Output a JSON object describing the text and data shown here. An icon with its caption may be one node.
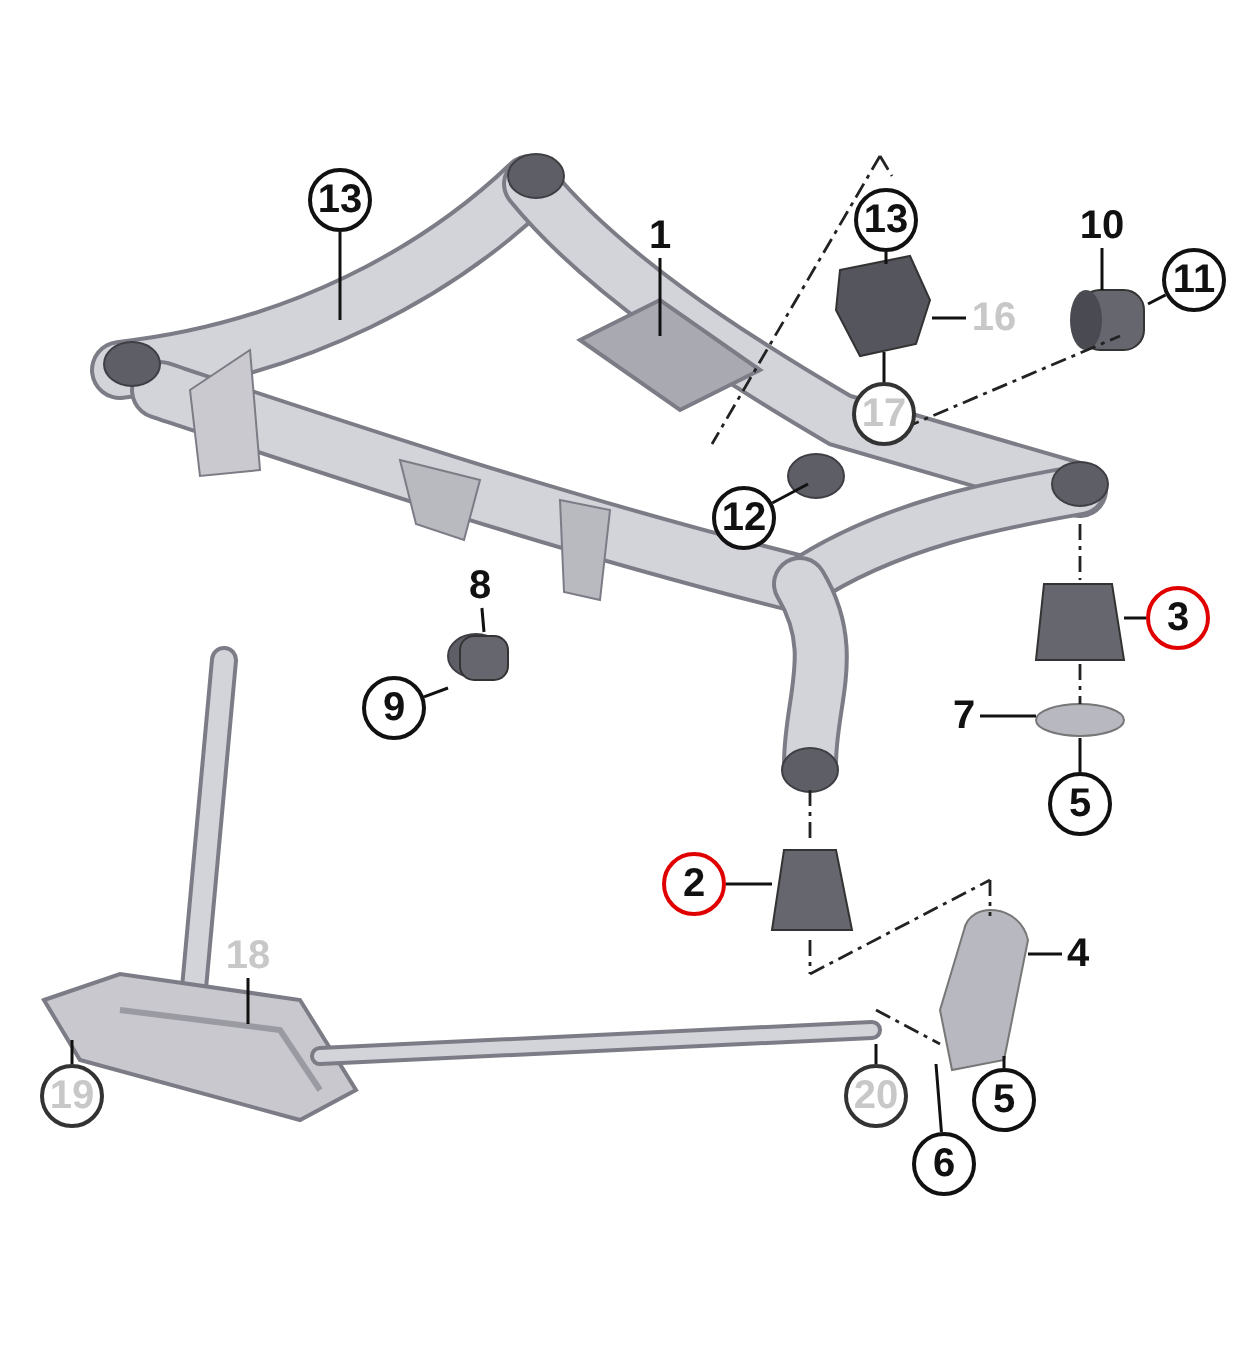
{
  "diagram": {
    "nodes": [
      {
        "text": [
          "13"
        ]
      },
      {
        "text": [
          "1"
        ]
      },
      {
        "text": [
          "13"
        ]
      },
      {
        "text": [
          "10"
        ]
      },
      {
        "text": [
          "11"
        ]
      },
      {
        "text": [
          "16"
        ]
      },
      {
        "text": [
          "17"
        ]
      },
      {
        "text": [
          "12"
        ]
      },
      {
        "text": [
          "8"
        ]
      },
      {
        "text": [
          "3"
        ]
      },
      {
        "text": [
          "9"
        ]
      },
      {
        "text": [
          "7"
        ]
      },
      {
        "text": [
          "5"
        ]
      },
      {
        "text": [
          "2"
        ]
      },
      {
        "text": [
          "4"
        ]
      },
      {
        "text": [
          "18"
        ]
      },
      {
        "text": [
          "19"
        ]
      },
      {
        "text": [
          "20"
        ]
      },
      {
        "text": [
          "5"
        ]
      },
      {
        "text": [
          "6"
        ]
      }
    ],
    "edges": [
      {
        "from": 0,
        "to": null,
        "arrow": "none"
      },
      {
        "from": 1,
        "to": null,
        "arrow": "none"
      },
      {
        "from": 2,
        "to": null,
        "arrow": "none"
      },
      {
        "from": 3,
        "to": null,
        "arrow": "none"
      },
      {
        "from": 4,
        "to": null,
        "arrow": "none"
      },
      {
        "from": 5,
        "to": null,
        "arrow": "none"
      },
      {
        "from": 6,
        "to": null,
        "arrow": "none"
      },
      {
        "from": 7,
        "to": null,
        "arrow": "none"
      },
      {
        "from": 8,
        "to": null,
        "arrow": "none"
      },
      {
        "from": 9,
        "to": null,
        "arrow": "none"
      },
      {
        "from": 10,
        "to": null,
        "arrow": "none"
      },
      {
        "from": 11,
        "to": null,
        "arrow": "none"
      },
      {
        "from": 12,
        "to": null,
        "arrow": "none"
      },
      {
        "from": 13,
        "to": null,
        "arrow": "none"
      },
      {
        "from": 14,
        "to": null,
        "arrow": "none"
      },
      {
        "from": 15,
        "to": null,
        "arrow": "none"
      },
      {
        "from": 16,
        "to": null,
        "arrow": "none"
      },
      {
        "from": 17,
        "to": null,
        "arrow": "none"
      },
      {
        "from": 18,
        "to": null,
        "arrow": "none"
      },
      {
        "from": 19,
        "to": null,
        "arrow": "none"
      }
    ]
  }
}
